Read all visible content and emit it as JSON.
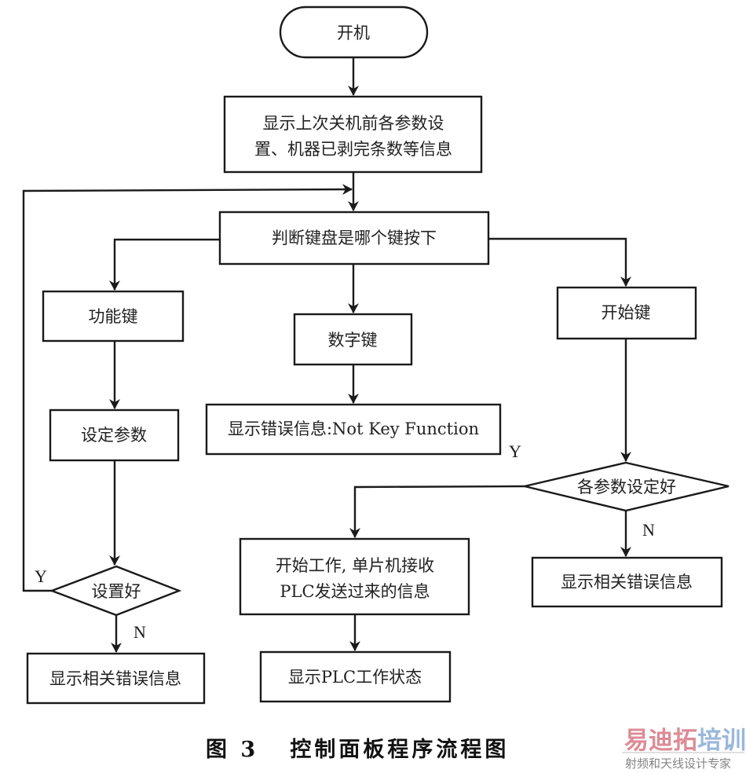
{
  "diagram": {
    "nodes": {
      "start": {
        "type": "terminal",
        "label": "开机"
      },
      "show_last_settings": {
        "type": "process",
        "lines": [
          "显示上次关机前各参数设",
          "置、机器已剥完条数等信息"
        ]
      },
      "judge_key": {
        "type": "process",
        "label": "判断键盘是哪个键按下"
      },
      "function_key": {
        "type": "process",
        "label": "功能键"
      },
      "number_key": {
        "type": "process",
        "label": "数字键"
      },
      "start_key": {
        "type": "process",
        "label": "开始键"
      },
      "set_params": {
        "type": "process",
        "label": "设定参数"
      },
      "error_not_key": {
        "type": "process",
        "label": "显示错误信息:Not Key Function"
      },
      "setting_ok": {
        "type": "decision",
        "label": "设置好"
      },
      "params_ok": {
        "type": "decision",
        "label": "各参数设定好"
      },
      "left_error": {
        "type": "process",
        "label": "显示相关错误信息"
      },
      "right_error": {
        "type": "process",
        "label": "显示相关错误信息"
      },
      "start_work": {
        "type": "process",
        "lines": [
          "开始工作, 单片机接收",
          "PLC发送过来的信息"
        ]
      },
      "plc_status": {
        "type": "process",
        "label": "显示PLC工作状态"
      }
    },
    "edges": [
      {
        "from": "start",
        "to": "show_last_settings",
        "label": ""
      },
      {
        "from": "show_last_settings",
        "to": "judge_key",
        "label": ""
      },
      {
        "from": "judge_key",
        "to": "function_key",
        "label": ""
      },
      {
        "from": "judge_key",
        "to": "number_key",
        "label": ""
      },
      {
        "from": "judge_key",
        "to": "start_key",
        "label": ""
      },
      {
        "from": "function_key",
        "to": "set_params",
        "label": ""
      },
      {
        "from": "number_key",
        "to": "error_not_key",
        "label": ""
      },
      {
        "from": "set_params",
        "to": "setting_ok",
        "label": ""
      },
      {
        "from": "setting_ok",
        "to": "judge_key",
        "label": "Y"
      },
      {
        "from": "setting_ok",
        "to": "left_error",
        "label": "N"
      },
      {
        "from": "start_key",
        "to": "params_ok",
        "label": ""
      },
      {
        "from": "params_ok",
        "to": "start_work",
        "label": "Y"
      },
      {
        "from": "params_ok",
        "to": "right_error",
        "label": "N"
      },
      {
        "from": "start_work",
        "to": "plc_status",
        "label": ""
      }
    ],
    "branch_labels": {
      "setting_ok_yes": "Y",
      "setting_ok_no": "N",
      "params_ok_yes": "Y",
      "params_ok_no": "N"
    }
  },
  "caption": "图 3   控制面板程序流程图",
  "watermark": {
    "brand_part1": "易迪拓",
    "brand_part2": "培训",
    "tagline": "射频和天线设计专家",
    "colors": {
      "part1": "#d9808a",
      "part2": "#8fb0d6"
    }
  }
}
